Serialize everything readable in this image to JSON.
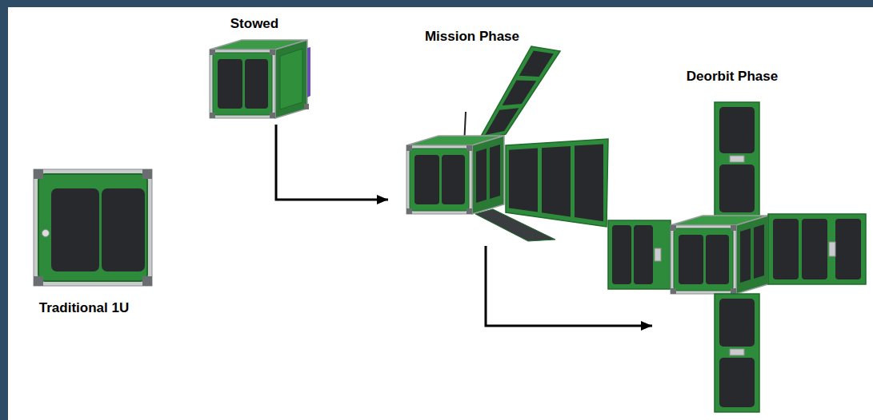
{
  "diagram": {
    "nodes": [
      {
        "text": [
          "Traditional 1U"
        ]
      },
      {
        "text": [
          "Stowed"
        ]
      },
      {
        "text": [
          "Mission Phase"
        ]
      },
      {
        "text": [
          "Deorbit Phase"
        ]
      }
    ],
    "edges": [
      {
        "from": 1,
        "to": 2,
        "arrow": "to"
      },
      {
        "from": 2,
        "to": 3,
        "arrow": "to"
      }
    ]
  }
}
